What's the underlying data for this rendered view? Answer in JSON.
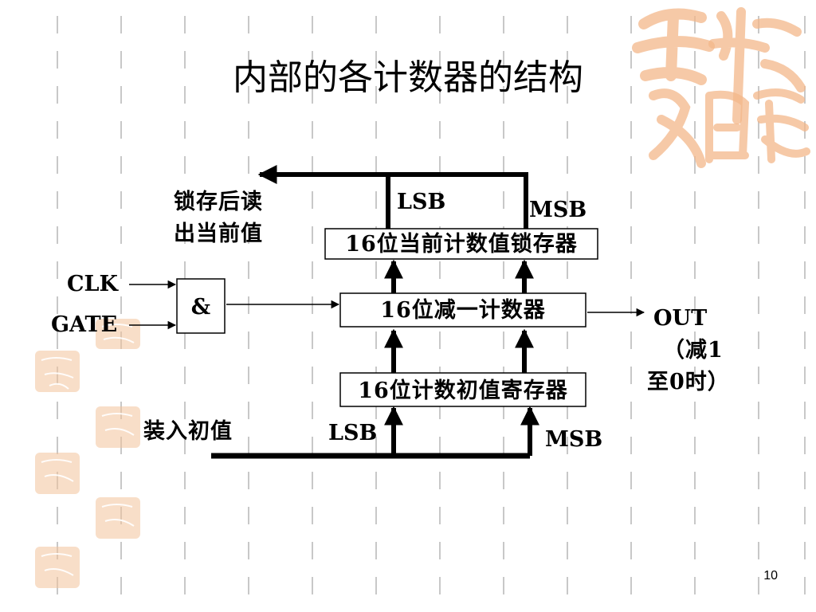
{
  "slide": {
    "title": "内部的各计数器的结构",
    "page_number": "10"
  },
  "diagram": {
    "latch_note_line1": "锁存后读",
    "latch_note_line2": "出当前值",
    "latch_lsb": "LSB",
    "latch_msb": "MSB",
    "latch_box": "16位当前计数值锁存器",
    "clk_label": "CLK",
    "gate_label": "GATE",
    "and_gate": "&",
    "counter_box": "16位减一计数器",
    "out_label": "OUT",
    "out_note_line1": "（减1",
    "out_note_line2": "至0时）",
    "init_box": "16位计数初值寄存器",
    "load_label": "装入初值",
    "load_lsb": "LSB",
    "load_msb": "MSB"
  },
  "colors": {
    "background": "#ffffff",
    "stroke": "#000000",
    "dashes": "#c8c8c8",
    "seal": "#f3b78a"
  }
}
